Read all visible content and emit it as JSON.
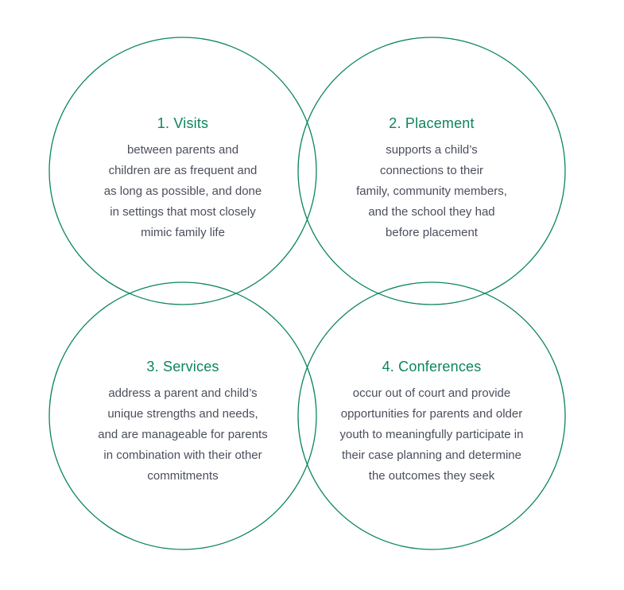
{
  "colors": {
    "accent": "#0b8659",
    "text": "#4b4f5c"
  },
  "items": [
    {
      "title": "1. Visits",
      "lines": [
        "between parents and",
        "children are as frequent and",
        "as long as possible, and done",
        "in settings that most closely",
        "mimic family life"
      ]
    },
    {
      "title": "2. Placement",
      "lines": [
        "supports a child’s",
        "connections to their",
        "family, community members,",
        "and the school they had",
        "before placement"
      ]
    },
    {
      "title": "3. Services",
      "lines": [
        "address a parent and child’s",
        "unique strengths and needs,",
        "and are manageable for parents",
        "in combination with their other",
        "commitments"
      ]
    },
    {
      "title": "4. Conferences",
      "lines": [
        "occur out of court and provide",
        "opportunities for parents and older",
        "youth to meaningfully participate in",
        "their case planning and determine",
        "the outcomes they seek"
      ]
    }
  ]
}
